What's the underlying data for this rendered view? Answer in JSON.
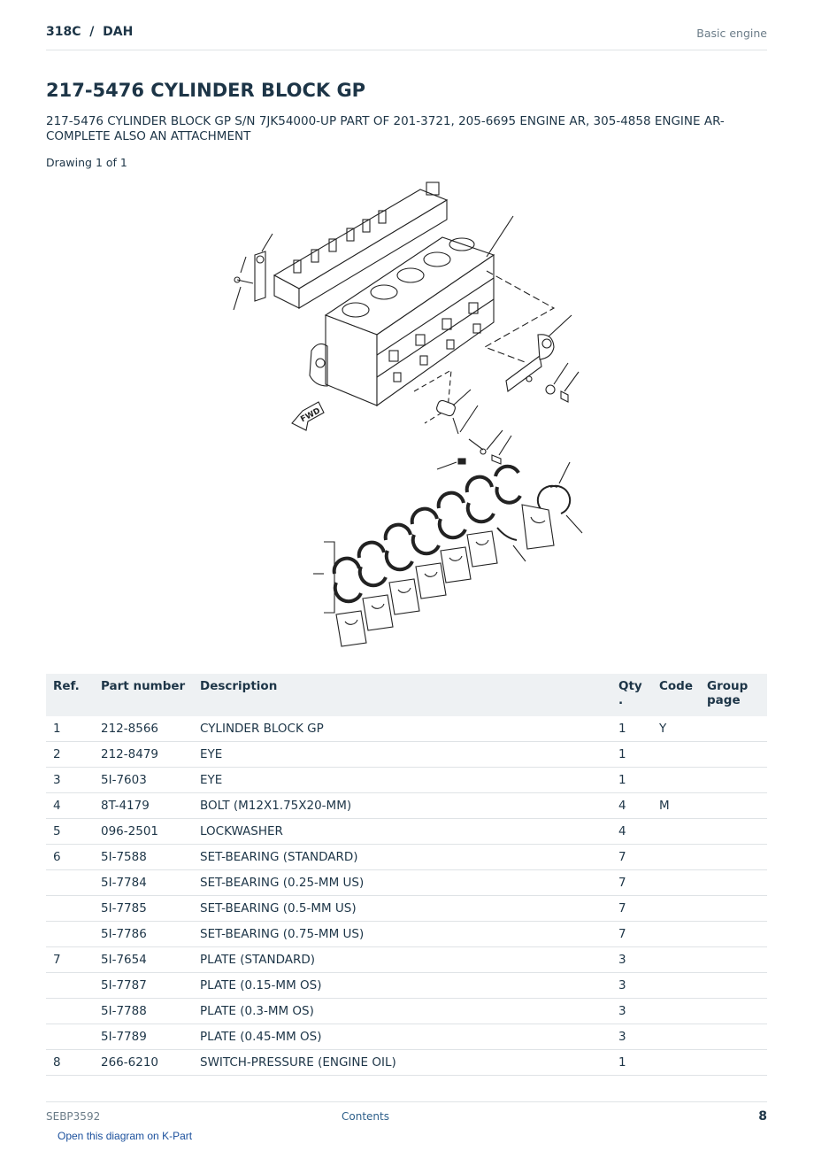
{
  "header": {
    "breadcrumb": "318C  /  DAH",
    "section": "Basic engine"
  },
  "title": "217-5476 CYLINDER BLOCK GP",
  "description": "217-5476 CYLINDER BLOCK GP S/N 7JK54000-UP PART OF 201-3721, 205-6695 ENGINE AR, 305-4858 ENGINE AR-COMPLETE ALSO AN ATTACHMENT",
  "drawing_label": "Drawing 1 of 1",
  "diagram": {
    "fwd_label": "FWD"
  },
  "table": {
    "headers": {
      "ref": "Ref.",
      "part_number": "Part number",
      "description": "Description",
      "qty": "Qty\n.",
      "code": "Code",
      "group_page": "Group page"
    },
    "rows": [
      {
        "ref": "1",
        "part_number": "212-8566",
        "description": "CYLINDER BLOCK GP",
        "qty": "1",
        "code": "Y",
        "group_page": ""
      },
      {
        "ref": "2",
        "part_number": "212-8479",
        "description": "EYE",
        "qty": "1",
        "code": "",
        "group_page": ""
      },
      {
        "ref": "3",
        "part_number": "5I-7603",
        "description": "EYE",
        "qty": "1",
        "code": "",
        "group_page": ""
      },
      {
        "ref": "4",
        "part_number": "8T-4179",
        "description": "BOLT (M12X1.75X20-MM)",
        "qty": "4",
        "code": "M",
        "group_page": ""
      },
      {
        "ref": "5",
        "part_number": "096-2501",
        "description": "LOCKWASHER",
        "qty": "4",
        "code": "",
        "group_page": ""
      },
      {
        "ref": "6",
        "part_number": "5I-7588",
        "description": "SET-BEARING (STANDARD)",
        "qty": "7",
        "code": "",
        "group_page": ""
      },
      {
        "ref": "",
        "part_number": "5I-7784",
        "description": "SET-BEARING (0.25-MM US)",
        "qty": "7",
        "code": "",
        "group_page": ""
      },
      {
        "ref": "",
        "part_number": "5I-7785",
        "description": "SET-BEARING (0.5-MM US)",
        "qty": "7",
        "code": "",
        "group_page": ""
      },
      {
        "ref": "",
        "part_number": "5I-7786",
        "description": "SET-BEARING (0.75-MM US)",
        "qty": "7",
        "code": "",
        "group_page": ""
      },
      {
        "ref": "7",
        "part_number": "5I-7654",
        "description": "PLATE (STANDARD)",
        "qty": "3",
        "code": "",
        "group_page": ""
      },
      {
        "ref": "",
        "part_number": "5I-7787",
        "description": "PLATE (0.15-MM OS)",
        "qty": "3",
        "code": "",
        "group_page": ""
      },
      {
        "ref": "",
        "part_number": "5I-7788",
        "description": "PLATE (0.3-MM OS)",
        "qty": "3",
        "code": "",
        "group_page": ""
      },
      {
        "ref": "",
        "part_number": "5I-7789",
        "description": "PLATE (0.45-MM OS)",
        "qty": "3",
        "code": "",
        "group_page": ""
      },
      {
        "ref": "8",
        "part_number": "266-6210",
        "description": "SWITCH-PRESSURE (ENGINE OIL)",
        "qty": "1",
        "code": "",
        "group_page": ""
      }
    ]
  },
  "footer": {
    "doc_id": "SEBP3592",
    "contents_link": "Contents",
    "page_number": "8"
  },
  "open_link": "Open this diagram on K-Part"
}
